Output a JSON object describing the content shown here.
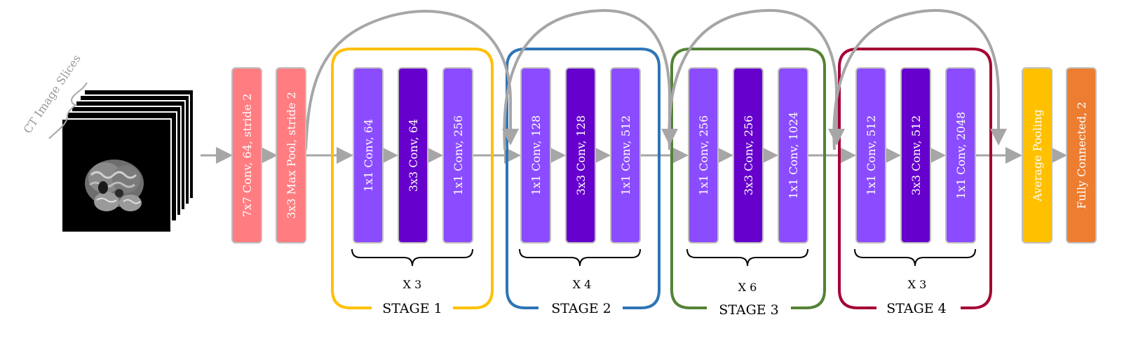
{
  "input": {
    "label": "CT Image Slices"
  },
  "stem": {
    "conv": "7x7 Conv, 64, stride 2",
    "pool": "3x3 Max Pool, stride 2"
  },
  "stages": [
    {
      "label": "STAGE 1",
      "repeat": "X 3",
      "color": "#FFC000",
      "blocks": [
        "1x1 Conv, 64",
        "3x3 Conv, 64",
        "1x1 Conv, 256"
      ]
    },
    {
      "label": "STAGE 2",
      "repeat": "X 4",
      "color": "#2E75B6",
      "blocks": [
        "1x1 Conv, 128",
        "3x3 Conv, 128",
        "1x1 Conv, 512"
      ]
    },
    {
      "label": "STAGE 3",
      "repeat": "X 6",
      "color": "#548235",
      "blocks": [
        "1x1 Conv, 256",
        "3x3 Conv, 256",
        "1x1 Conv, 1024"
      ]
    },
    {
      "label": "STAGE 4",
      "repeat": "X 3",
      "color": "#A50034",
      "blocks": [
        "1x1 Conv, 512",
        "3x3 Conv, 512",
        "1x1 Conv, 2048"
      ]
    }
  ],
  "head": {
    "pool": "Average Pooling",
    "fc": "Fully Connected, 2"
  },
  "colors": {
    "stem": "#FF7C80",
    "conv1x1": "#8B4CFF",
    "conv3x3": "#6600CC",
    "avg_pool": "#FFC000",
    "fc": "#ED7D31",
    "arrow": "#A6A6A6",
    "block_border": "#BFBFBF"
  }
}
